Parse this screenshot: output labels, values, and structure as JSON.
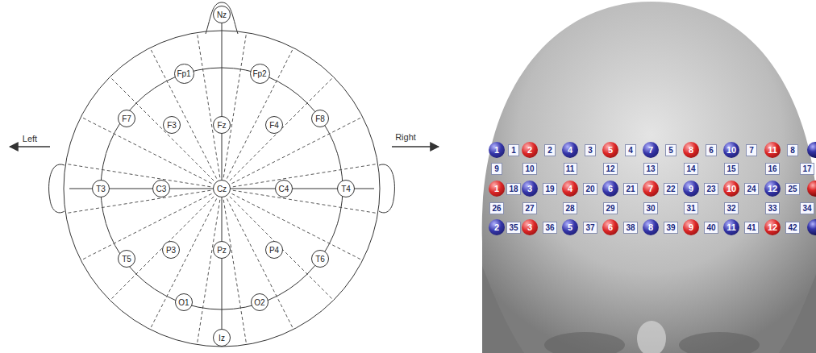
{
  "diagram": {
    "nodes": [
      {
        "text": [
          "Nz"
        ]
      },
      {
        "text": [
          "Fp1"
        ]
      },
      {
        "text": [
          "Fp2"
        ]
      },
      {
        "text": [
          "F7"
        ]
      },
      {
        "text": [
          "F3"
        ]
      },
      {
        "text": [
          "Fz"
        ]
      },
      {
        "text": [
          "F4"
        ]
      },
      {
        "text": [
          "F8"
        ]
      },
      {
        "text": [
          "T3"
        ]
      },
      {
        "text": [
          "C3"
        ]
      },
      {
        "text": [
          "Cz"
        ]
      },
      {
        "text": [
          "C4"
        ]
      },
      {
        "text": [
          "T4"
        ]
      },
      {
        "text": [
          "T5"
        ]
      },
      {
        "text": [
          "P3"
        ]
      },
      {
        "text": [
          "Pz"
        ]
      },
      {
        "text": [
          "P4"
        ]
      },
      {
        "text": [
          "T6"
        ]
      },
      {
        "text": [
          "O1"
        ]
      },
      {
        "text": [
          "O2"
        ]
      },
      {
        "text": [
          "Iz"
        ]
      },
      {
        "text": [
          "1"
        ]
      },
      {
        "text": [
          "1"
        ]
      },
      {
        "text": [
          "2"
        ]
      },
      {
        "text": [
          "2"
        ]
      },
      {
        "text": [
          "4"
        ]
      },
      {
        "text": [
          "3"
        ]
      },
      {
        "text": [
          "5"
        ]
      },
      {
        "text": [
          "4"
        ]
      },
      {
        "text": [
          "7"
        ]
      },
      {
        "text": [
          "5"
        ]
      },
      {
        "text": [
          "8"
        ]
      },
      {
        "text": [
          "6"
        ]
      },
      {
        "text": [
          "10"
        ]
      },
      {
        "text": [
          "7"
        ]
      },
      {
        "text": [
          "11"
        ]
      },
      {
        "text": [
          "8"
        ]
      },
      {
        "text": [
          "9"
        ]
      },
      {
        "text": [
          "10"
        ]
      },
      {
        "text": [
          "11"
        ]
      },
      {
        "text": [
          "12"
        ]
      },
      {
        "text": [
          "13"
        ]
      },
      {
        "text": [
          "14"
        ]
      },
      {
        "text": [
          "15"
        ]
      },
      {
        "text": [
          "16"
        ]
      },
      {
        "text": [
          "17"
        ]
      },
      {
        "text": [
          "1"
        ]
      },
      {
        "text": [
          "18"
        ]
      },
      {
        "text": [
          "3"
        ]
      },
      {
        "text": [
          "19"
        ]
      },
      {
        "text": [
          "4"
        ]
      },
      {
        "text": [
          "20"
        ]
      },
      {
        "text": [
          "6"
        ]
      },
      {
        "text": [
          "21"
        ]
      },
      {
        "text": [
          "7"
        ]
      },
      {
        "text": [
          "22"
        ]
      },
      {
        "text": [
          "9"
        ]
      },
      {
        "text": [
          "23"
        ]
      },
      {
        "text": [
          "10"
        ]
      },
      {
        "text": [
          "24"
        ]
      },
      {
        "text": [
          "12"
        ]
      },
      {
        "text": [
          "25"
        ]
      },
      {
        "text": [
          "26"
        ]
      },
      {
        "text": [
          "27"
        ]
      },
      {
        "text": [
          "28"
        ]
      },
      {
        "text": [
          "29"
        ]
      },
      {
        "text": [
          "30"
        ]
      },
      {
        "text": [
          "31"
        ]
      },
      {
        "text": [
          "32"
        ]
      },
      {
        "text": [
          "33"
        ]
      },
      {
        "text": [
          "34"
        ]
      },
      {
        "text": [
          "2"
        ]
      },
      {
        "text": [
          "35"
        ]
      },
      {
        "text": [
          "3"
        ]
      },
      {
        "text": [
          "36"
        ]
      },
      {
        "text": [
          "5"
        ]
      },
      {
        "text": [
          "37"
        ]
      },
      {
        "text": [
          "6"
        ]
      },
      {
        "text": [
          "38"
        ]
      },
      {
        "text": [
          "8"
        ]
      },
      {
        "text": [
          "39"
        ]
      },
      {
        "text": [
          "9"
        ]
      },
      {
        "text": [
          "40"
        ]
      },
      {
        "text": [
          "11"
        ]
      },
      {
        "text": [
          "41"
        ]
      },
      {
        "text": [
          "12"
        ]
      },
      {
        "text": [
          "42"
        ]
      }
    ],
    "labels": [
      "Left",
      "Right"
    ]
  }
}
